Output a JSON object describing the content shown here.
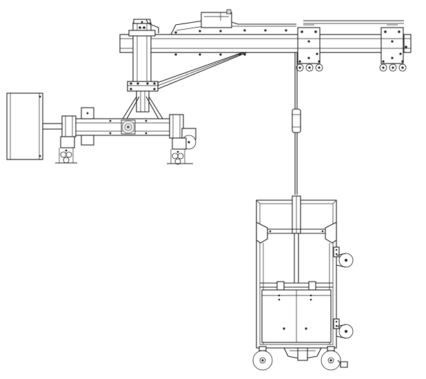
{
  "drawing": {
    "background": "#ffffff",
    "line_color": "#1a1a1a",
    "components": [
      "upper-jib-arm",
      "diagonal-brace",
      "vertical-mast",
      "trolley-left",
      "trolley-right",
      "mast-base-mount",
      "lower-carriage-beam",
      "counterweight-box",
      "hoist-cable",
      "cable-pulley-block",
      "suspended-cage",
      "cage-wheels"
    ]
  }
}
